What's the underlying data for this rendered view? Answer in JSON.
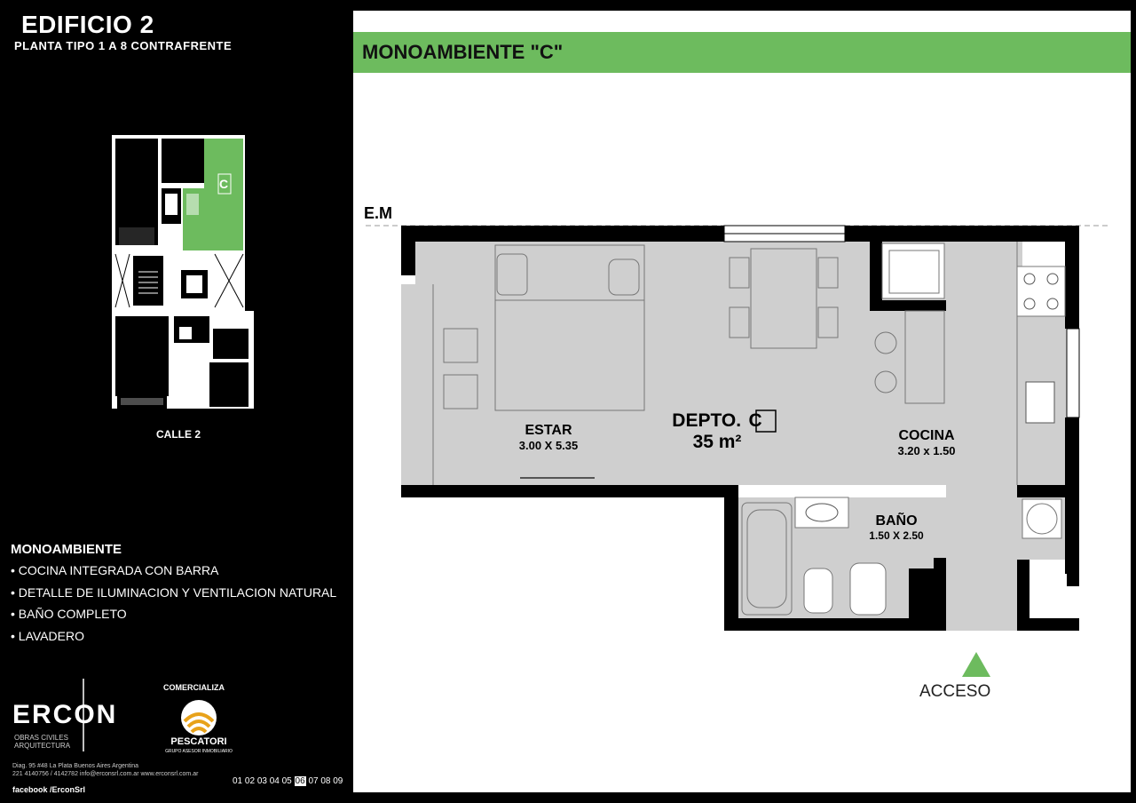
{
  "header": {
    "title": "EDIFICIO 2",
    "subtitle": "PLANTA TIPO 1 A 8  CONTRAFRENTE"
  },
  "keyplan": {
    "unit_letter": "C",
    "street": "CALLE 2",
    "highlight_color": "#6dbb5e"
  },
  "features": {
    "title": "MONOAMBIENTE",
    "items": [
      "COCINA INTEGRADA CON BARRA",
      "DETALLE DE ILUMINACION Y VENTILACION NATURAL",
      "BAÑO COMPLETO",
      "LAVADERO"
    ]
  },
  "banner": {
    "title": "MONOAMBIENTE \"C\"",
    "color": "#6dbb5e"
  },
  "plan": {
    "em": "E.M",
    "unit_label": "DEPTO.",
    "unit_letter": "C",
    "area": "35 m²",
    "rooms": [
      {
        "name": "ESTAR",
        "dims": "3.00 X 5.35"
      },
      {
        "name": "COCINA",
        "dims": "3.20 x 1.50"
      },
      {
        "name": "BAÑO",
        "dims": "1.50 X 2.50"
      }
    ],
    "access": "ACCESO"
  },
  "branding": {
    "developer": "ERCON",
    "developer_sub": "OBRAS CIVILES\nARQUITECTURA",
    "comercializa": "COMERCIALIZA",
    "agency": "PESCATORI",
    "agency_sub": "GRUPO ASESOR INMOBILIARIO",
    "address": "Diag. 95 #48  La Plata Buenos Aires Argentina",
    "phones": "221 4140756 / 4142782  info@erconsrl.com.ar  www.erconsrl.com.ar",
    "facebook": "facebook  /ErconSrl"
  },
  "pagination": {
    "pages": [
      "01",
      "02",
      "03",
      "04",
      "05",
      "06",
      "07",
      "08",
      "09"
    ],
    "current": "06"
  }
}
